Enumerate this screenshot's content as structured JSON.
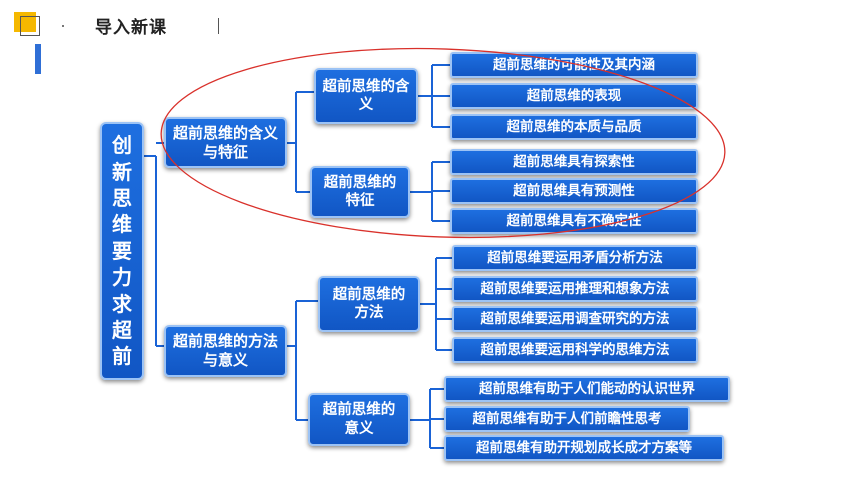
{
  "header": {
    "title": "导入新课"
  },
  "root": "创新思维要力求超前",
  "branches": [
    {
      "label": "超前思维的含义与特征",
      "children": [
        {
          "label": "超前思维的含义",
          "items": [
            "超前思维的可能性及其内涵",
            "超前思维的表现",
            "超前思维的本质与品质"
          ]
        },
        {
          "label": "超前思维的特征",
          "items": [
            "超前思维具有探索性",
            "超前思维具有预测性",
            "超前思维具有不确定性"
          ]
        }
      ]
    },
    {
      "label": "超前思维的方法与意义",
      "children": [
        {
          "label": "超前思维的方法",
          "items": [
            "超前思维要运用矛盾分析方法",
            "超前思维要运用推理和想象方法",
            "超前思维要运用调查研究的方法",
            "超前思维要运用科学的思维方法"
          ]
        },
        {
          "label": "超前思维的意义",
          "items": [
            "超前思维有助于人们能动的认识世界",
            "超前思维有助于人们前瞻性思考",
            "超前思维有助开规划成长成才方案等"
          ]
        }
      ]
    }
  ],
  "colors": {
    "box": "#1a63d6",
    "line": "#1a63d6",
    "oval": "#d9312b",
    "accent": "#f5b800"
  }
}
